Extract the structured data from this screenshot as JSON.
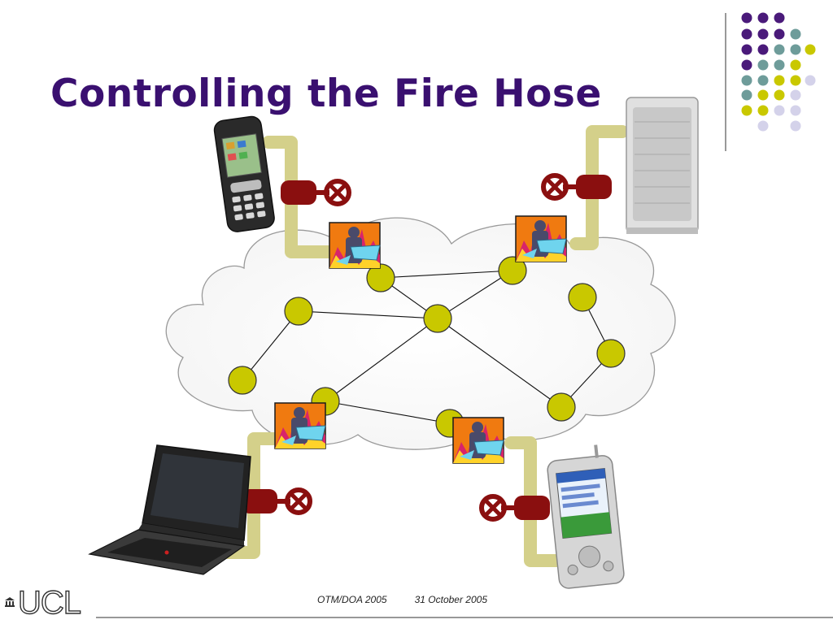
{
  "slide": {
    "title": "Controlling the Fire Hose"
  },
  "footer": {
    "event": "OTM/DOA 2005",
    "date": "31 October 2005",
    "logo_text": "UCL"
  },
  "colors": {
    "title": "#3a1070",
    "node_fill": "#c9c800",
    "pipe": "#d4d08a",
    "valve": "#8a0f0f",
    "dot_purple": "#4a1a7a",
    "dot_teal": "#6e9c9a",
    "dot_yellow": "#c9c800",
    "dot_lavender": "#d4d2ea"
  },
  "devices": [
    "mobile-phone",
    "desktop-tower",
    "laptop",
    "pda"
  ],
  "icons": [
    "firefighter-icon",
    "valve-icon",
    "cloud-network-icon"
  ]
}
